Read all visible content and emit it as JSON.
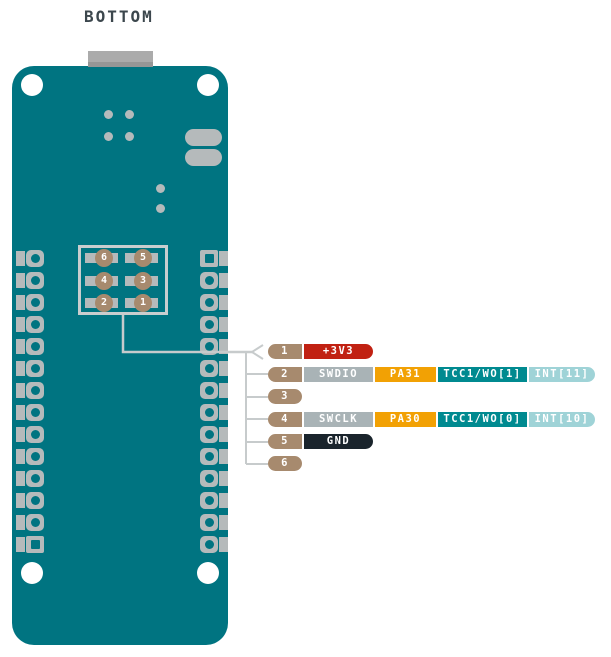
{
  "title": "BOTTOM",
  "board": {
    "name": "arduino-mkr-board-bottom-view",
    "pins_per_side": 14,
    "colors": {
      "board_teal": "#007481",
      "pad_gray": "#b5babb",
      "trace_gray": "#c7cbcc",
      "usb_gray": "#ababab"
    }
  },
  "solder_pads": {
    "items": [
      {
        "number": "6"
      },
      {
        "number": "5"
      },
      {
        "number": "4"
      },
      {
        "number": "3"
      },
      {
        "number": "2"
      },
      {
        "number": "1"
      }
    ]
  },
  "legend": {
    "colors": {
      "pin_brown": "#a78a6e",
      "power_red": "#c12112",
      "signal_gray": "#a9b3b6",
      "ground_black": "#1a242c",
      "port_orange": "#f2a104",
      "timer_teal": "#008a90",
      "interrupt_light_teal": "#9fd3d7"
    },
    "rows": [
      {
        "pin": "1",
        "label": "+3V3"
      },
      {
        "pin": "2",
        "label": "SWDIO",
        "port": "PA31",
        "timer": "TCC1/WO[1]",
        "interrupt": "INT[11]"
      },
      {
        "pin": "3"
      },
      {
        "pin": "4",
        "label": "SWCLK",
        "port": "PA30",
        "timer": "TCC1/WO[0]",
        "interrupt": "INT[10]"
      },
      {
        "pin": "5",
        "label": "GND"
      },
      {
        "pin": "6"
      }
    ]
  }
}
